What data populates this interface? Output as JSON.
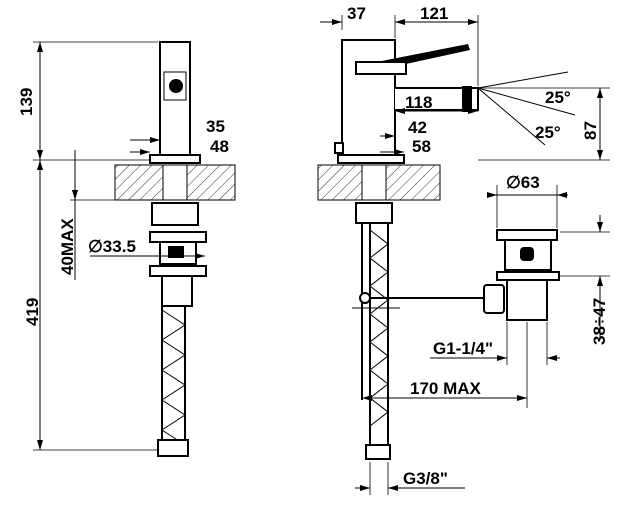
{
  "title": "Bidet mixer technical drawing",
  "dimensions": {
    "height_body": "139",
    "height_total": "419",
    "max_deck": "40MAX",
    "hole_diameter": "∅33.5",
    "base_width_35": "35",
    "base_width_48": "48",
    "offset_37": "37",
    "spout_reach_121": "121",
    "spout_118": "118",
    "dim_42": "42",
    "dim_58": "58",
    "angle_upper": "25°",
    "angle_lower": "25°",
    "spout_height": "87",
    "drain_diameter": "∅63",
    "drain_range": "38÷47",
    "drain_thread": "G1-1/4\"",
    "rod_max": "170 MAX",
    "hose_thread": "G3/8\""
  }
}
